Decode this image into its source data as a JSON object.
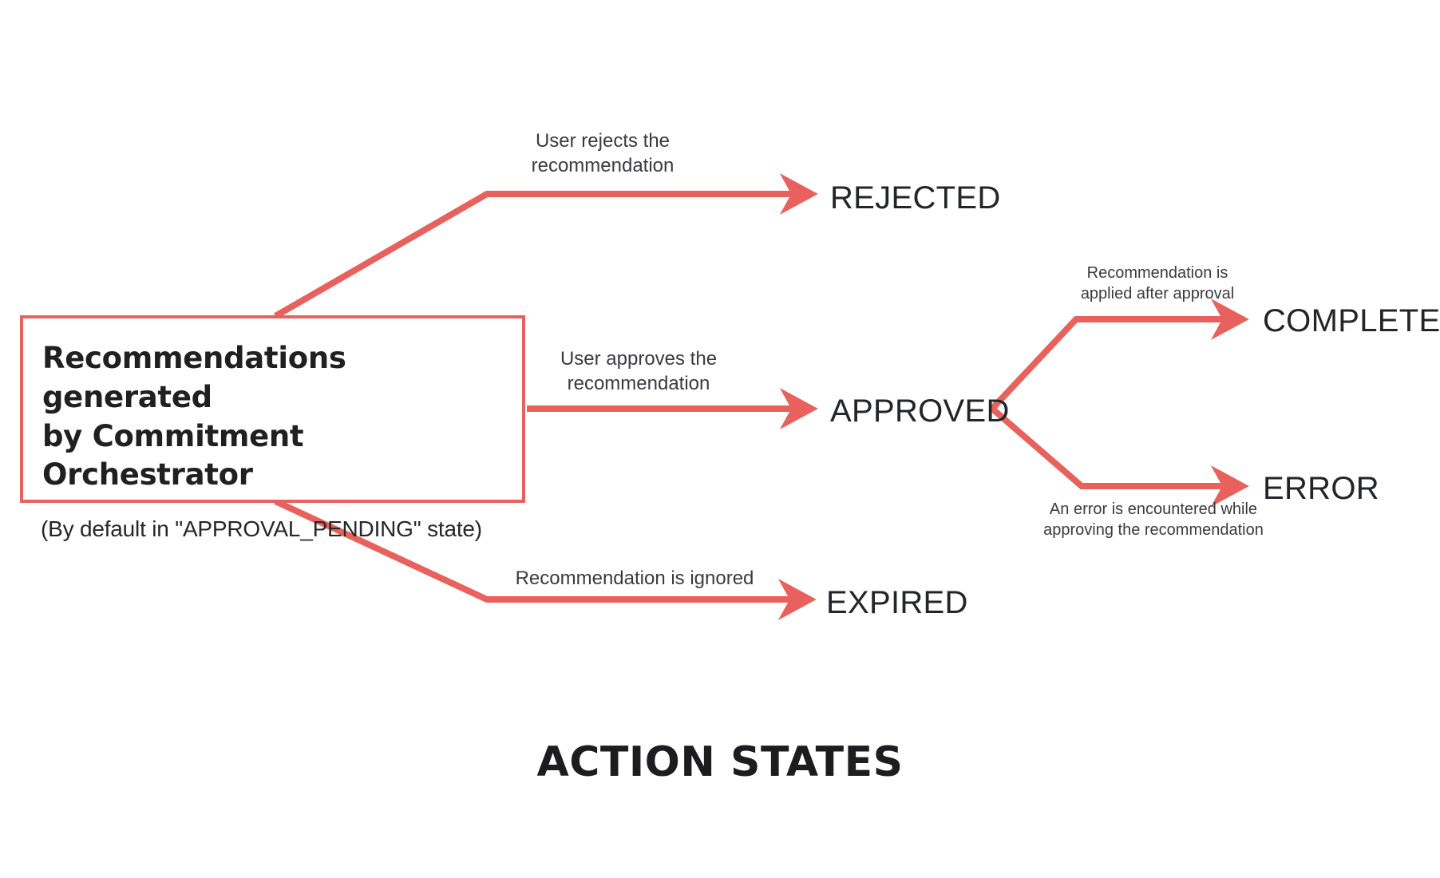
{
  "diagram": {
    "title": "ACTION STATES",
    "accent_color": "#e8615c",
    "text_color": "#242528",
    "background_color": "#ffffff",
    "source_node": {
      "title_line1": "Recommendations generated",
      "title_line2": "by Commitment Orchestrator",
      "subtitle": "(By default in \"APPROVAL_PENDING\" state)"
    },
    "states": {
      "rejected": "REJECTED",
      "approved": "APPROVED",
      "expired": "EXPIRED",
      "completed": "COMPLETED",
      "error": "ERROR"
    },
    "edges": [
      {
        "id": "to-rejected",
        "from": "Recommendations generated by Commitment Orchestrator",
        "to": "REJECTED",
        "label": "User rejects the\nrecommendation"
      },
      {
        "id": "to-approved",
        "from": "Recommendations generated by Commitment Orchestrator",
        "to": "APPROVED",
        "label": "User approves the\nrecommendation"
      },
      {
        "id": "to-expired",
        "from": "Recommendations generated by Commitment Orchestrator",
        "to": "EXPIRED",
        "label": "Recommendation is ignored"
      },
      {
        "id": "to-completed",
        "from": "APPROVED",
        "to": "COMPLETED",
        "label": "Recommendation is\napplied after approval"
      },
      {
        "id": "to-error",
        "from": "APPROVED",
        "to": "ERROR",
        "label": "An error is encountered while\napproving the recommendation"
      }
    ]
  }
}
